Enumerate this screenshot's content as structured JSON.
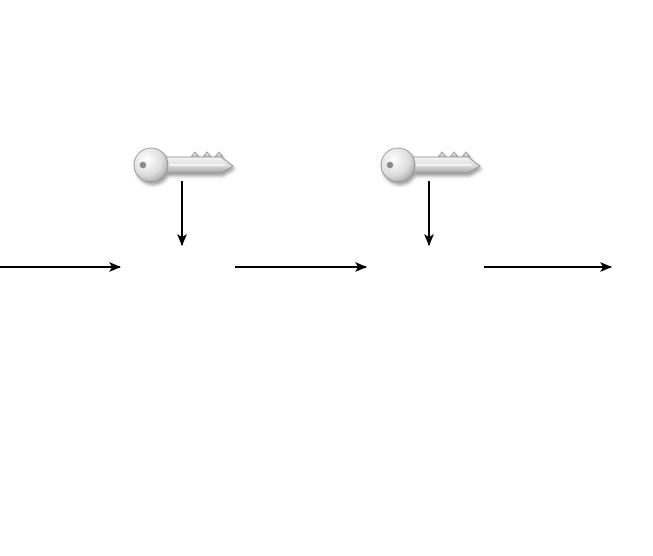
{
  "diagram": {
    "colors": {
      "background": "#ffffff",
      "arrow": "#000000",
      "key_light": "#f4f4f4",
      "key_mid": "#d6d6d6",
      "key_dark": "#9a9a9a",
      "key_outline": "#8c8c8c"
    },
    "nodes": [
      {
        "id": "stage-1",
        "icon": "key-icon"
      },
      {
        "id": "stage-2",
        "icon": "key-icon"
      }
    ],
    "flow_arrows": [
      {
        "id": "input-arrow",
        "from": "left-edge",
        "to": "stage-1"
      },
      {
        "id": "middle-arrow",
        "from": "stage-1",
        "to": "stage-2"
      },
      {
        "id": "output-arrow",
        "from": "stage-2",
        "to": "right-edge"
      }
    ],
    "key_arrows": [
      {
        "id": "key-1-arrow",
        "from": "key-1",
        "to": "stage-1"
      },
      {
        "id": "key-2-arrow",
        "from": "key-2",
        "to": "stage-2"
      }
    ]
  }
}
